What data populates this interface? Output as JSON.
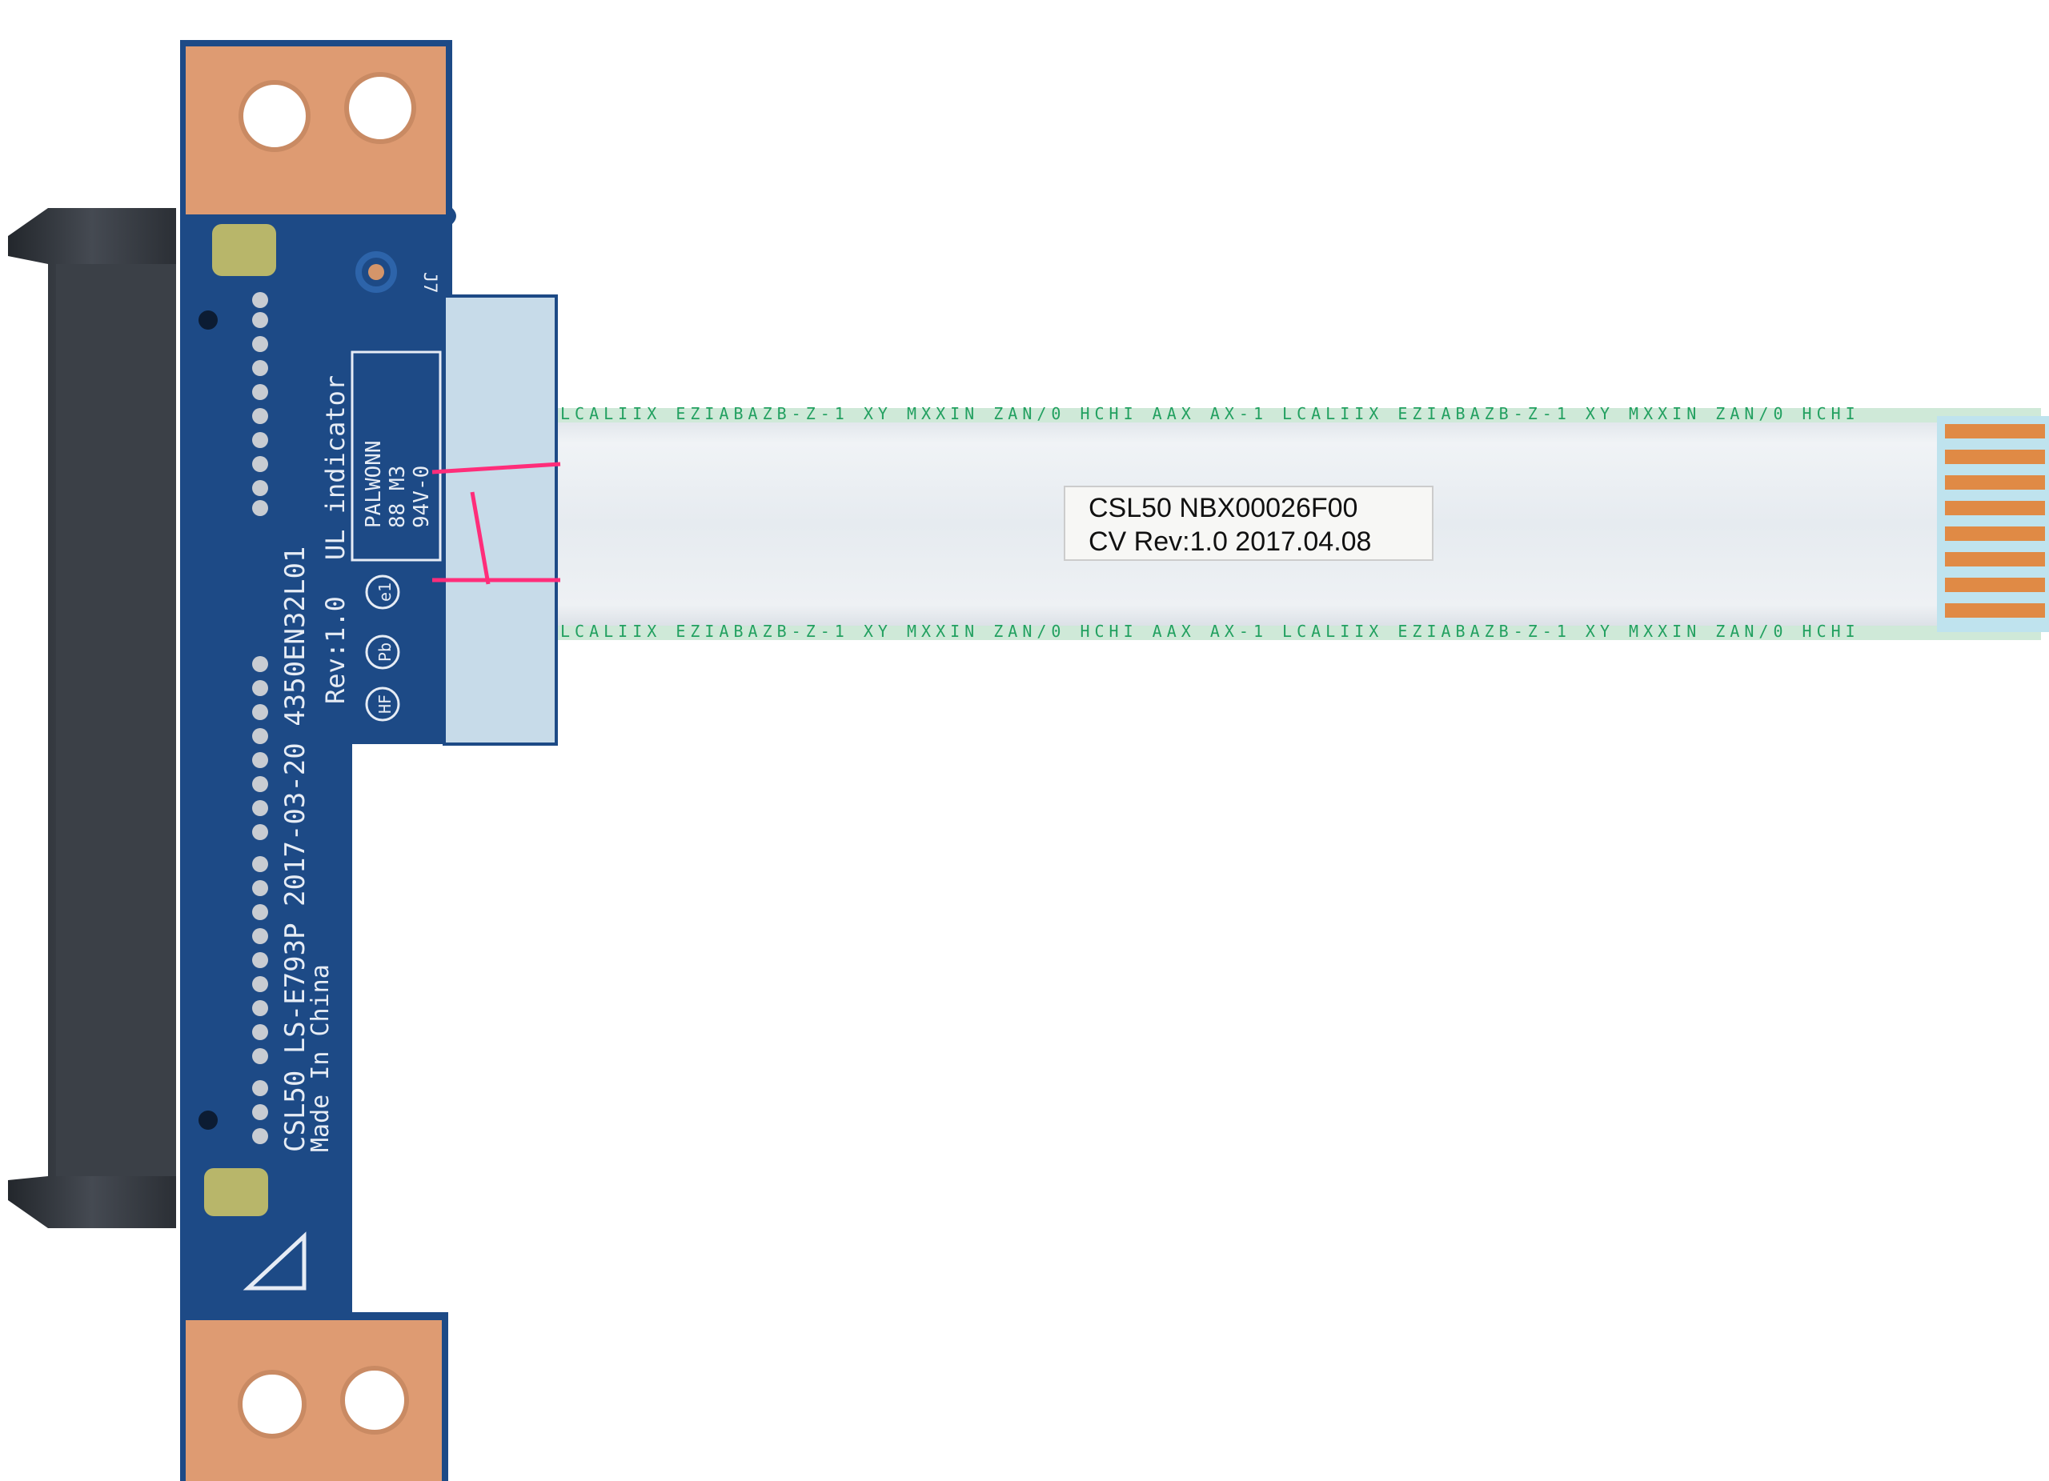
{
  "image": {
    "subject": "hdd-sata-adapter-board-with-ffc-cable"
  },
  "pcb": {
    "silkscreen": {
      "model_line": "CSL50 LS-E793P 2017-03-20 4350EN32L01",
      "made_in": "Made In China",
      "revision_line": "Rev:1.0",
      "indicator": "UL indicator",
      "ul_box": {
        "line1": "PALWONN",
        "line2": "88 M3",
        "line3": "94V-0"
      },
      "hf_mark": "HF",
      "pb_mark": "Pb",
      "e1_mark": "e1",
      "small_mark": "J7"
    },
    "colors": {
      "board": "#1d4a86",
      "pads": "#de9b72",
      "connector": "#3a3f46"
    }
  },
  "cable": {
    "label": {
      "line1": "CSL50 NBX00026F00",
      "line2": "CV Rev:1.0 2017.04.08"
    },
    "colors": {
      "film": "#e4e9ee",
      "print": "#22a060",
      "contacts": "#e08a45"
    }
  }
}
